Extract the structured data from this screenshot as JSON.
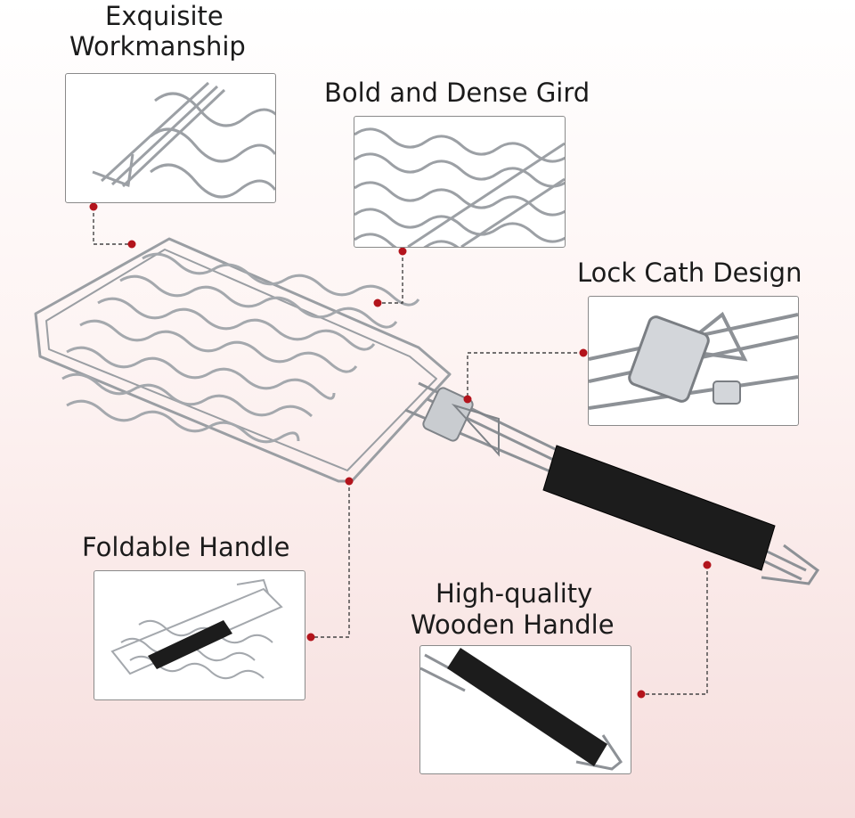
{
  "features": {
    "workmanship": {
      "line1": "Exquisite",
      "line2": "Workmanship"
    },
    "grid": {
      "label": "Bold and Dense Gird"
    },
    "lock": {
      "label": "Lock Cath Design"
    },
    "foldable": {
      "label": "Foldable Handle"
    },
    "handle": {
      "line1": "High-quality",
      "line2": "Wooden Handle"
    }
  },
  "colors": {
    "dot": "#b3141c",
    "leader": "#444444",
    "metal": "#9a9ea3",
    "grip": "#1c1c1c"
  }
}
